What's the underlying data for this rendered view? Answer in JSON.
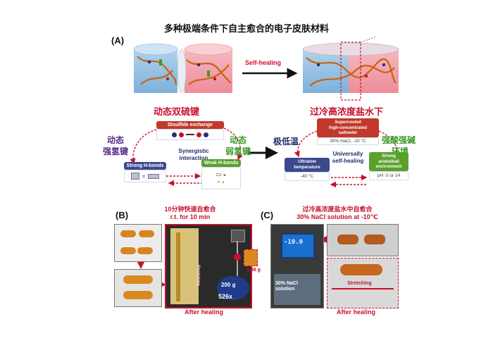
{
  "title": "多种极端条件下自主愈合的电子皮肤材料",
  "panel_a": {
    "label": "(A)",
    "arrow_label": "Self-healing",
    "left_heading": "动态双硫键",
    "right_heading": "过冷高浓度盐水下",
    "left_side_top": "动态",
    "left_side_bottom": "强氢键",
    "right_side_top": "动态",
    "right_side_bottom": "弱氢键",
    "low_temp": "极低温",
    "acid_top": "强酸强碱",
    "acid_bottom": "环境",
    "disulfide_box": "Disulfide exchange",
    "synergy_line1": "Synergistic",
    "synergy_line2": "interaction",
    "strong_hb_box": "Strong H-bonds",
    "weak_hb_box": "Weak H-bonds",
    "saltwater_line1": "Supercooled",
    "saltwater_line2": "high-concentrated",
    "saltwater_line3": "saltwater",
    "saltwater_value": "30% NaCl, -10 °C",
    "universal_line1": "Universally",
    "universal_line2": "self-healing",
    "ultralow_line1": "Ultralow",
    "ultralow_line2": "temperature",
    "ultralow_value": "-40 °C",
    "acid_line1": "Strong",
    "acid_line2": "acid/alkali",
    "acid_line3": "environment",
    "acid_value": "pH: 0 or 14"
  },
  "panel_b": {
    "label": "(B)",
    "heading_cn": "10分钟快速自愈合",
    "heading_en": "r.t. for 10 min",
    "stretching": "Stretching",
    "mass_small": "0.38 g",
    "weight": "200 g",
    "ratio": "526x",
    "after": "After healing"
  },
  "panel_c": {
    "label": "(C)",
    "heading_cn": "过冷高浓度盐水中自愈合",
    "heading_en": "30% NaCl solution at -10℃",
    "meter_value": "-10.0",
    "solution_line1": "30% NaCl",
    "solution_line2": "solution",
    "stretching": "Stretching",
    "after": "After healing"
  },
  "colors": {
    "accent_red": "#c8102e",
    "accent_green": "#3c9a2c",
    "accent_purple": "#5b2a86",
    "box_red": "#c0392b",
    "box_blue": "#3b4a8c",
    "box_green": "#5aa02c"
  }
}
